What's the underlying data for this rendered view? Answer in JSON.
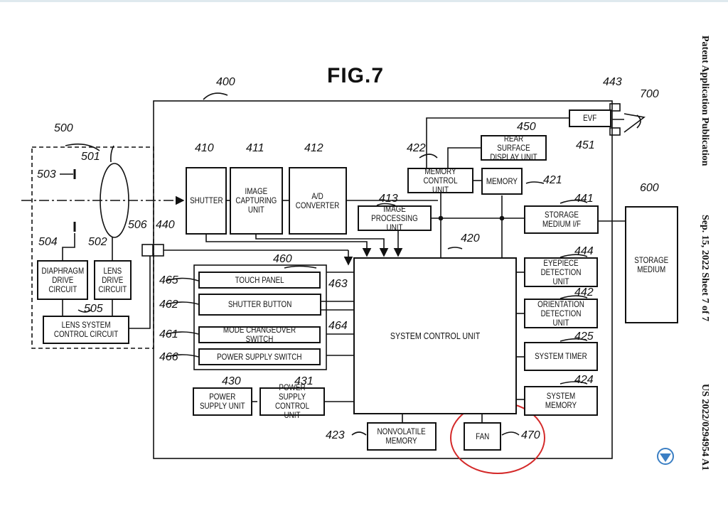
{
  "figure": {
    "title": "FIG.7"
  },
  "header": {
    "publication": "Patent Application Publication",
    "date_sheet": "Sep. 15, 2022  Sheet 7 of 7",
    "number": "US 2022/0294954 A1"
  },
  "blocks": {
    "shutter": "SHUTTER",
    "image_capturing": "IMAGE\nCAPTURING\nUNIT",
    "ad_converter": "A/D\nCONVERTER",
    "image_processing": "IMAGE\nPROCESSING UNIT",
    "memory_control": "MEMORY\nCONTROL UNIT",
    "memory": "MEMORY",
    "rear_surface": "REAR SURFACE\nDISPLAY UNIT",
    "evf": "EVF",
    "storage_if": "STORAGE\nMEDIUM I/F",
    "eyepiece": "EYEPIECE\nDETECTION UNIT",
    "orientation": "ORIENTATION\nDETECTION UNIT",
    "system_timer": "SYSTEM TIMER",
    "system_memory": "SYSTEM MEMORY",
    "system_control": "SYSTEM CONTROL UNIT",
    "touch_panel": "TOUCH PANEL",
    "shutter_button": "SHUTTER BUTTON",
    "mode_switch": "MODE CHANGEOVER SWITCH",
    "power_switch": "POWER SUPPLY SWITCH",
    "power_supply": "POWER\nSUPPLY UNIT",
    "power_control": "POWER SUPPLY\nCONTROL UNIT",
    "nonvolatile": "NONVOLATILE\nMEMORY",
    "fan": "FAN",
    "storage_medium": "STORAGE\nMEDIUM",
    "diaphragm": "DIAPHRAGM\nDRIVE\nCIRCUIT",
    "lens_drive": "LENS\nDRIVE\nCIRCUIT",
    "lens_system": "LENS SYSTEM\nCONTROL CIRCUIT"
  },
  "refs": {
    "r400": "400",
    "r410": "410",
    "r411": "411",
    "r412": "412",
    "r413": "413",
    "r420": "420",
    "r421": "421",
    "r422": "422",
    "r423": "423",
    "r424": "424",
    "r425": "425",
    "r430": "430",
    "r431": "431",
    "r440": "440",
    "r441": "441",
    "r442": "442",
    "r443": "443",
    "r444": "444",
    "r450": "450",
    "r451": "451",
    "r460": "460",
    "r461": "461",
    "r462": "462",
    "r463": "463",
    "r464": "464",
    "r465": "465",
    "r466": "466",
    "r470": "470",
    "r500": "500",
    "r501": "501",
    "r502": "502",
    "r503": "503",
    "r504": "504",
    "r505": "505",
    "r506": "506",
    "r600": "600",
    "r700": "700"
  },
  "colors": {
    "highlight": "#d42a2a",
    "ink": "#111111"
  }
}
